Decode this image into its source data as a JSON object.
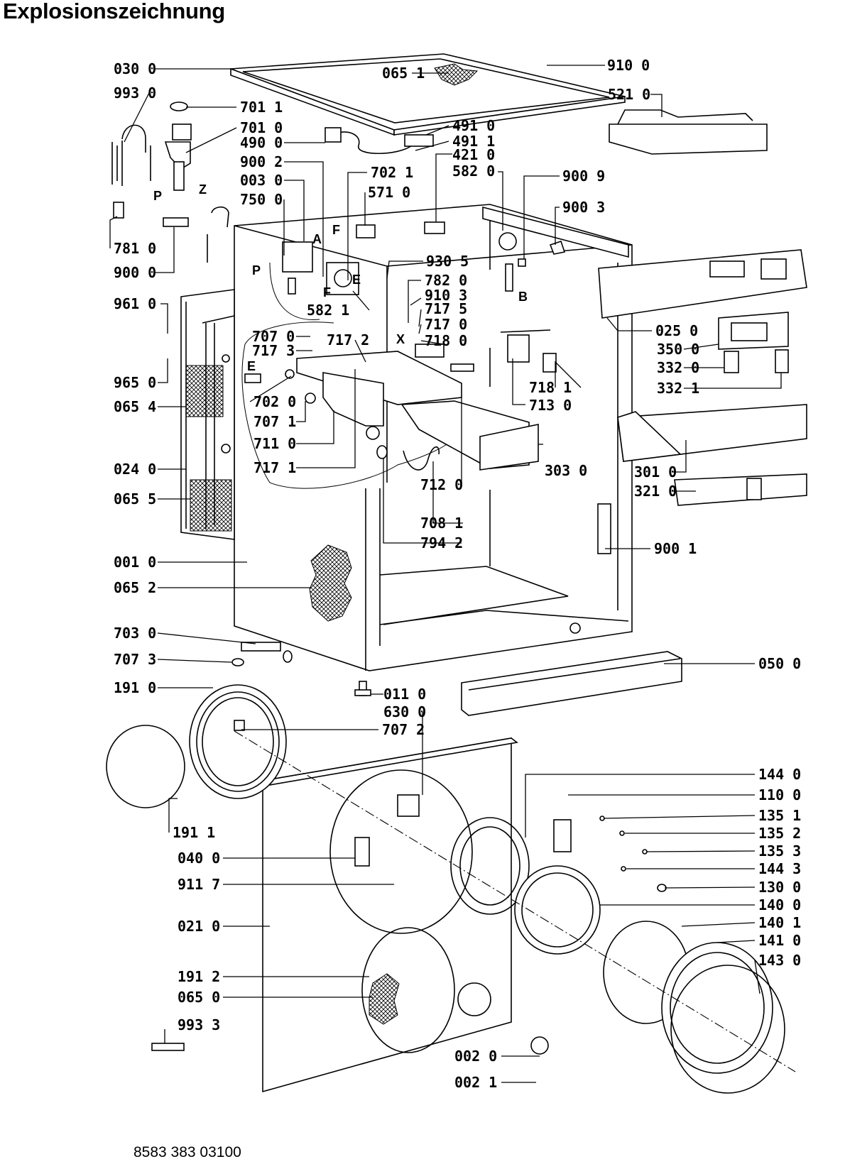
{
  "title": "Explosionszeichnung",
  "doc_number": "8583 383 03100",
  "letters": [
    "P",
    "Z",
    "A",
    "F",
    "F",
    "E",
    "E",
    "P",
    "X",
    "B"
  ],
  "callouts": [
    "030 0",
    "993 0",
    "701 1",
    "701 0",
    "490 0",
    "900 2",
    "003 0",
    "750 0",
    "781 0",
    "900 0",
    "961 0",
    "965 0",
    "065 4",
    "024 0",
    "065 5",
    "001 0",
    "065 2",
    "703 0",
    "707 3",
    "191 0",
    "191 1",
    "040 0",
    "911 7",
    "021 0",
    "191 2",
    "065 0",
    "993 3",
    "065 1",
    "491 0",
    "491 1",
    "421 0",
    "582 0",
    "702 1",
    "571 0",
    "930 5",
    "782 0",
    "910 3",
    "717 5",
    "717 0",
    "718 0",
    "707 0",
    "717 3",
    "717 2",
    "702 0",
    "707 1",
    "711 0",
    "717 1",
    "712 0",
    "708 1",
    "794 2",
    "303 0",
    "582 1",
    "011 0",
    "630 0",
    "707 2",
    "002 0",
    "002 1",
    "910 0",
    "521 0",
    "900 9",
    "900 3",
    "025 0",
    "350 0",
    "332 0",
    "332 1",
    "718 1",
    "713 0",
    "301 0",
    "321 0",
    "900 1",
    "050 0",
    "144 0",
    "110 0",
    "135 1",
    "135 2",
    "135 3",
    "144 3",
    "130 0",
    "140 0",
    "140 1",
    "141 0",
    "143 0"
  ],
  "colors": {
    "line": "#000000",
    "background": "#ffffff"
  }
}
